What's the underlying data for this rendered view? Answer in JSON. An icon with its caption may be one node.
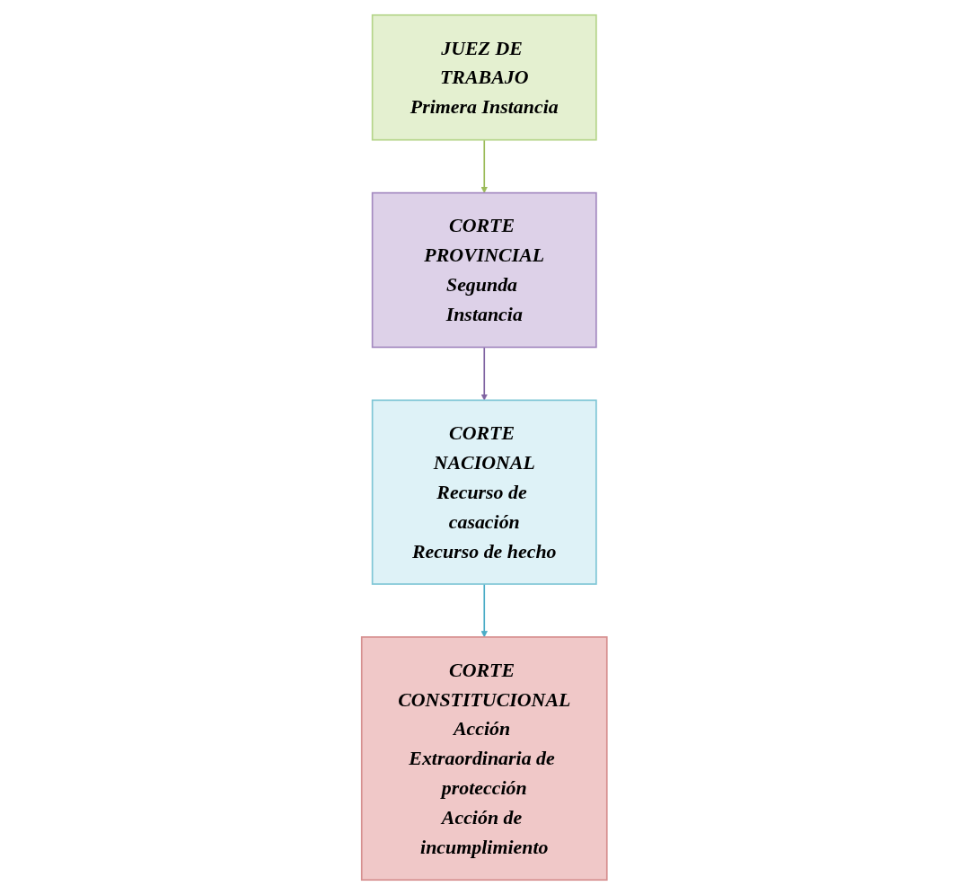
{
  "diagram": {
    "nodes": [
      {
        "text": [
          "JUEZ DE TRABAJO",
          "Primera Instancia"
        ]
      },
      {
        "text": [
          "CORTE PROVINCIAL",
          "Segunda Instancia"
        ]
      },
      {
        "text": [
          "CORTE NACIONAL",
          "Recurso de casación",
          "Recurso de hecho"
        ]
      },
      {
        "text": [
          "CORTE CONSTITUCIONAL",
          "Acción Extraordinaria de protección",
          "Acción de incumplimiento"
        ]
      }
    ],
    "edges": [
      {
        "from": 0,
        "to": 1,
        "arrow": "to",
        "color": "#9bbb59"
      },
      {
        "from": 1,
        "to": 2,
        "arrow": "to",
        "color": "#8064a2"
      },
      {
        "from": 2,
        "to": 3,
        "arrow": "to",
        "color": "#4bacc6"
      }
    ]
  }
}
